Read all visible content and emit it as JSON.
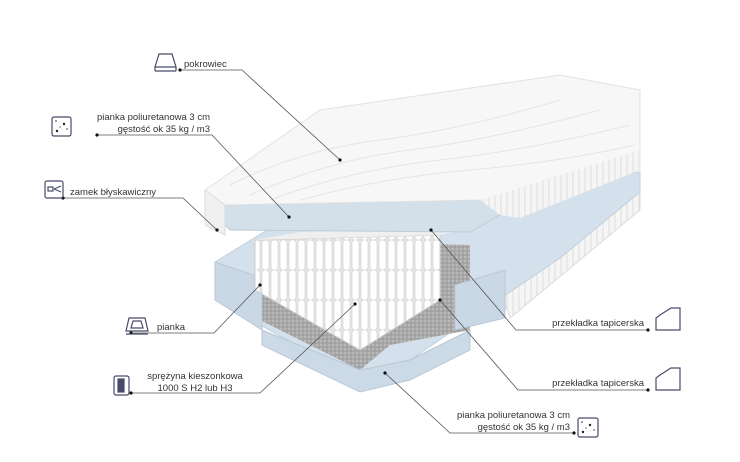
{
  "diagram": {
    "subject": "pocket spring mattress cross-section",
    "colors": {
      "leader_line": "#555555",
      "icon_stroke": "#4a4a6a",
      "foam": "#cfdde8",
      "felt": "#9a9a9a",
      "cover": "#f4f4f4"
    },
    "labels": [
      {
        "id": "cover",
        "icon": "cover-icon",
        "lines": [
          "pokrowiec"
        ]
      },
      {
        "id": "top-foam",
        "icon": "foam-density-icon",
        "lines": [
          "pianka poliuretanowa 3 cm",
          "gęstość ok 35 kg / m3"
        ]
      },
      {
        "id": "zipper",
        "icon": "zipper-icon",
        "lines": [
          "zamek błyskawiczny"
        ]
      },
      {
        "id": "foam-frame",
        "icon": "foam-frame-icon",
        "lines": [
          "pianka"
        ]
      },
      {
        "id": "springs",
        "icon": "pocket-spring-icon",
        "lines": [
          "sprężyna kieszonkowa",
          "1000 S H2 lub H3"
        ]
      },
      {
        "id": "felt-top",
        "icon": "sheet-icon",
        "lines": [
          "przekładka tapicerska"
        ]
      },
      {
        "id": "felt-bottom",
        "icon": "sheet-icon",
        "lines": [
          "przekładka tapicerska"
        ]
      },
      {
        "id": "bottom-foam",
        "icon": "foam-density-icon",
        "lines": [
          "pianka poliuretanowa 3 cm",
          "gęstość ok 35 kg / m3"
        ]
      }
    ]
  }
}
